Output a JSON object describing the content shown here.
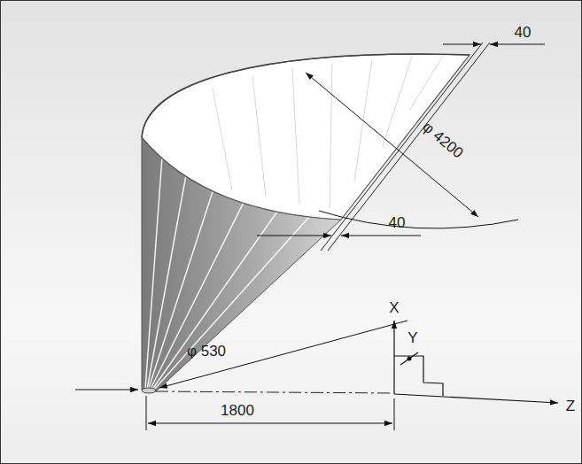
{
  "diagram": {
    "labels": [
      "40",
      "φ 4200",
      "40",
      "φ 530",
      "1800",
      "X",
      "Y",
      "Z"
    ]
  }
}
